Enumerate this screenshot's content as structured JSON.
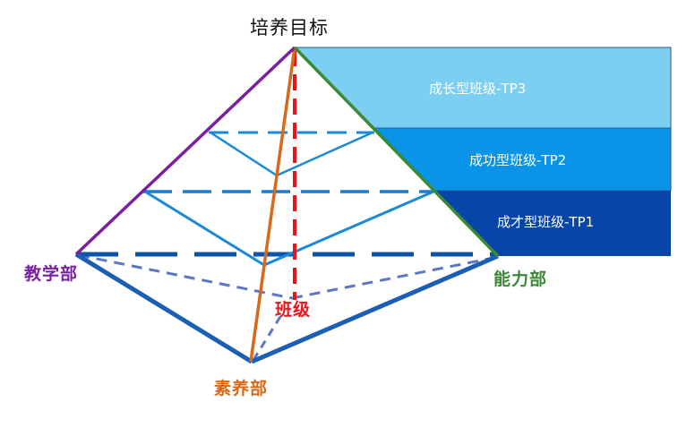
{
  "title": "培养目标",
  "vertices": {
    "left": {
      "label": "教学部",
      "color": "#7b1fa2"
    },
    "right": {
      "label": "能力部",
      "color": "#3a8a35"
    },
    "bottom": {
      "label": "素养部",
      "color": "#d9691a"
    },
    "center": {
      "label": "班级",
      "color": "#e8141c"
    }
  },
  "bands": [
    {
      "label": "成长型班级-TP3",
      "color": "#7ccff0"
    },
    {
      "label": "成功型班级-TP2",
      "color": "#0a94e8"
    },
    {
      "label": "成才型班级-TP1",
      "color": "#0845a8"
    }
  ],
  "colors": {
    "left_edge": "#7b1fa2",
    "right_edge": "#3a8a35",
    "front_edge": "#d9691a",
    "center_axis": "#e8141c",
    "base_solid": "#1a5fb4",
    "base_dashed": "#0a55a8",
    "base_back": "#5b78c4",
    "tier_lines": "#1a8ad8"
  }
}
